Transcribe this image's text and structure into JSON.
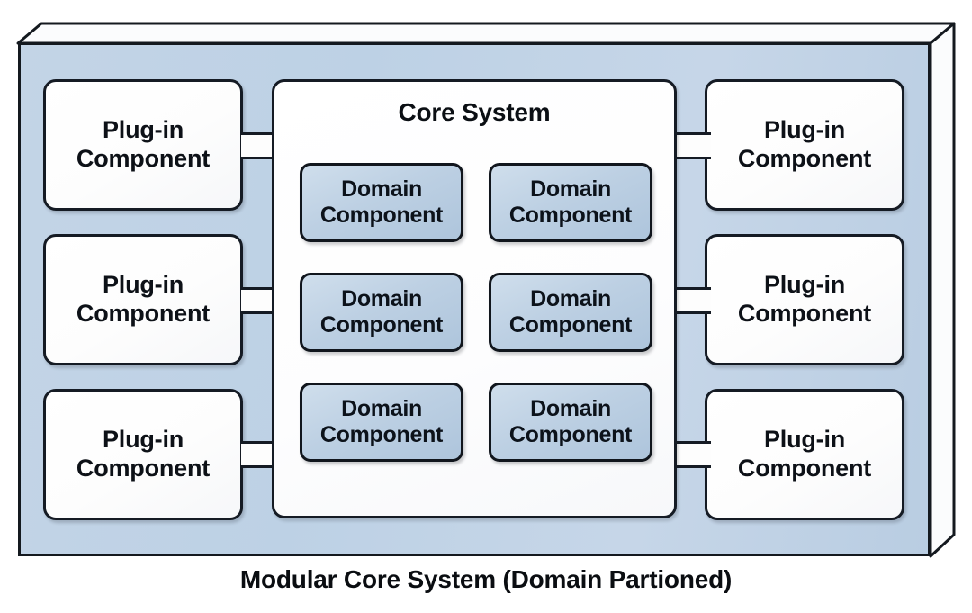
{
  "diagram": {
    "caption": "Modular Core System (Domain Partioned)",
    "core": {
      "title": "Core System",
      "domain_components": [
        {
          "line1": "Domain",
          "line2": "Component"
        },
        {
          "line1": "Domain",
          "line2": "Component"
        },
        {
          "line1": "Domain",
          "line2": "Component"
        },
        {
          "line1": "Domain",
          "line2": "Component"
        },
        {
          "line1": "Domain",
          "line2": "Component"
        },
        {
          "line1": "Domain",
          "line2": "Component"
        }
      ]
    },
    "plugins_left": [
      {
        "line1": "Plug-in",
        "line2": "Component"
      },
      {
        "line1": "Plug-in",
        "line2": "Component"
      },
      {
        "line1": "Plug-in",
        "line2": "Component"
      }
    ],
    "plugins_right": [
      {
        "line1": "Plug-in",
        "line2": "Component"
      },
      {
        "line1": "Plug-in",
        "line2": "Component"
      },
      {
        "line1": "Plug-in",
        "line2": "Component"
      }
    ],
    "colors": {
      "outer_panel_fill": "#bdd1e5",
      "plugin_fill": "#ffffff",
      "core_fill": "#ffffff",
      "domain_fill": "#bdd0e3",
      "stroke": "#151b24",
      "text": "#0b0f14",
      "page_background": "#ffffff"
    }
  }
}
